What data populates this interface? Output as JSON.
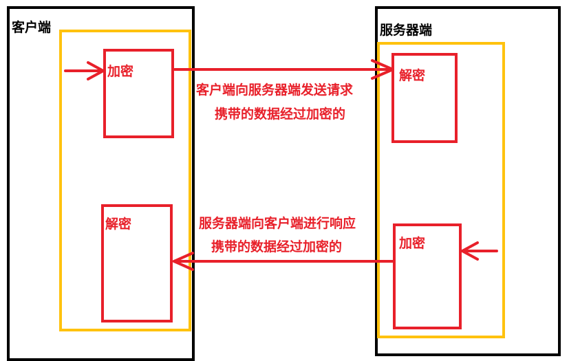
{
  "client": {
    "title": "客户端",
    "encrypt_label": "加密",
    "decrypt_label": "解密"
  },
  "server": {
    "title": "服务器端",
    "decrypt_label": "解密",
    "encrypt_label": "加密"
  },
  "request_note": {
    "line1": "客户端向服务器端发送请求",
    "line2": "携带的数据经过加密的"
  },
  "response_note": {
    "line1": "服务器端向客户端进行响应",
    "line2": "携带的数据经过加密的"
  },
  "colors": {
    "outer_border": "#000000",
    "inner_border": "#ffc20e",
    "accent_red": "#e8202a"
  }
}
